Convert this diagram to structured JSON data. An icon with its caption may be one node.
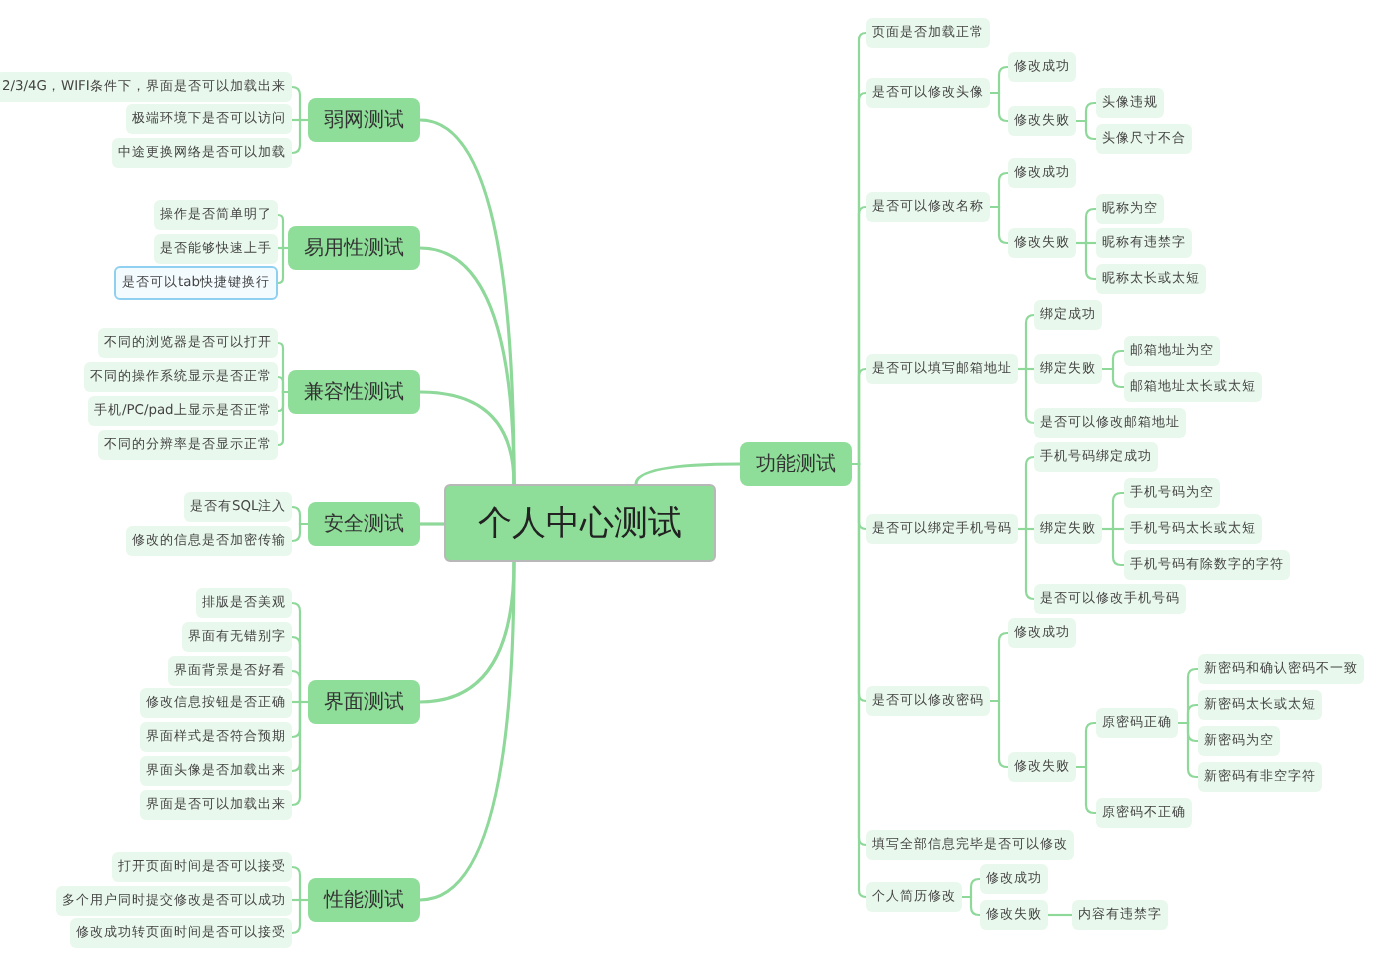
{
  "diagram": {
    "nodes": [
      {
        "text": [
          "个人中心测试"
        ]
      },
      {
        "text": [
          "弱网测试"
        ]
      },
      {
        "text": [
          "2/3/4G，WIFI条件下，界面是否可以加载出来"
        ]
      },
      {
        "text": [
          "极端环境下是否可以访问"
        ]
      },
      {
        "text": [
          "中途更换网络是否可以加载"
        ]
      },
      {
        "text": [
          "易用性测试"
        ]
      },
      {
        "text": [
          "操作是否简单明了"
        ]
      },
      {
        "text": [
          "是否能够快速上手"
        ]
      },
      {
        "text": [
          "是否可以tab快捷键换行"
        ]
      },
      {
        "text": [
          "兼容性测试"
        ]
      },
      {
        "text": [
          "不同的浏览器是否可以打开"
        ]
      },
      {
        "text": [
          "不同的操作系统显示是否正常"
        ]
      },
      {
        "text": [
          "手机/PC/pad上显示是否正常"
        ]
      },
      {
        "text": [
          "不同的分辨率是否显示正常"
        ]
      },
      {
        "text": [
          "安全测试"
        ]
      },
      {
        "text": [
          "是否有SQL注入"
        ]
      },
      {
        "text": [
          "修改的信息是否加密传输"
        ]
      },
      {
        "text": [
          "界面测试"
        ]
      },
      {
        "text": [
          "排版是否美观"
        ]
      },
      {
        "text": [
          "界面有无错别字"
        ]
      },
      {
        "text": [
          "界面背景是否好看"
        ]
      },
      {
        "text": [
          "修改信息按钮是否正确"
        ]
      },
      {
        "text": [
          "界面样式是否符合预期"
        ]
      },
      {
        "text": [
          "界面头像是否加载出来"
        ]
      },
      {
        "text": [
          "界面是否可以加载出来"
        ]
      },
      {
        "text": [
          "性能测试"
        ]
      },
      {
        "text": [
          "打开页面时间是否可以接受"
        ]
      },
      {
        "text": [
          "多个用户同时提交修改是否可以成功"
        ]
      },
      {
        "text": [
          "修改成功转页面时间是否可以接受"
        ]
      },
      {
        "text": [
          "功能测试"
        ]
      },
      {
        "text": [
          "页面是否加载正常"
        ]
      },
      {
        "text": [
          "是否可以修改头像"
        ]
      },
      {
        "text": [
          "修改成功"
        ]
      },
      {
        "text": [
          "修改失败"
        ]
      },
      {
        "text": [
          "头像违规"
        ]
      },
      {
        "text": [
          "头像尺寸不合"
        ]
      },
      {
        "text": [
          "是否可以修改名称"
        ]
      },
      {
        "text": [
          "修改成功"
        ]
      },
      {
        "text": [
          "修改失败"
        ]
      },
      {
        "text": [
          "昵称为空"
        ]
      },
      {
        "text": [
          "昵称有违禁字"
        ]
      },
      {
        "text": [
          "昵称太长或太短"
        ]
      },
      {
        "text": [
          "是否可以填写邮箱地址"
        ]
      },
      {
        "text": [
          "绑定成功"
        ]
      },
      {
        "text": [
          "绑定失败"
        ]
      },
      {
        "text": [
          "邮箱地址为空"
        ]
      },
      {
        "text": [
          "邮箱地址太长或太短"
        ]
      },
      {
        "text": [
          "是否可以修改邮箱地址"
        ]
      },
      {
        "text": [
          "是否可以绑定手机号码"
        ]
      },
      {
        "text": [
          "手机号码绑定成功"
        ]
      },
      {
        "text": [
          "绑定失败"
        ]
      },
      {
        "text": [
          "手机号码为空"
        ]
      },
      {
        "text": [
          "手机号码太长或太短"
        ]
      },
      {
        "text": [
          "手机号码有除数字的字符"
        ]
      },
      {
        "text": [
          "是否可以修改手机号码"
        ]
      },
      {
        "text": [
          "是否可以修改密码"
        ]
      },
      {
        "text": [
          "修改成功"
        ]
      },
      {
        "text": [
          "修改失败"
        ]
      },
      {
        "text": [
          "原密码正确"
        ]
      },
      {
        "text": [
          "新密码和确认密码不一致"
        ]
      },
      {
        "text": [
          "新密码太长或太短"
        ]
      },
      {
        "text": [
          "新密码为空"
        ]
      },
      {
        "text": [
          "新密码有非空字符"
        ]
      },
      {
        "text": [
          "原密码不正确"
        ]
      },
      {
        "text": [
          "填写全部信息完毕是否可以修改"
        ]
      },
      {
        "text": [
          "个人简历修改"
        ]
      },
      {
        "text": [
          "修改成功"
        ]
      },
      {
        "text": [
          "修改失败"
        ]
      },
      {
        "text": [
          "内容有违禁字"
        ]
      }
    ],
    "edges": [
      {
        "from": 0,
        "to": 1,
        "arrow": "none"
      },
      {
        "from": 1,
        "to": 2,
        "arrow": "none"
      },
      {
        "from": 1,
        "to": 3,
        "arrow": "none"
      },
      {
        "from": 1,
        "to": 4,
        "arrow": "none"
      },
      {
        "from": 0,
        "to": 5,
        "arrow": "none"
      },
      {
        "from": 5,
        "to": 6,
        "arrow": "none"
      },
      {
        "from": 5,
        "to": 7,
        "arrow": "none"
      },
      {
        "from": 5,
        "to": 8,
        "arrow": "none"
      },
      {
        "from": 0,
        "to": 9,
        "arrow": "none"
      },
      {
        "from": 9,
        "to": 10,
        "arrow": "none"
      },
      {
        "from": 9,
        "to": 11,
        "arrow": "none"
      },
      {
        "from": 9,
        "to": 12,
        "arrow": "none"
      },
      {
        "from": 9,
        "to": 13,
        "arrow": "none"
      },
      {
        "from": 0,
        "to": 14,
        "arrow": "none"
      },
      {
        "from": 14,
        "to": 15,
        "arrow": "none"
      },
      {
        "from": 14,
        "to": 16,
        "arrow": "none"
      },
      {
        "from": 0,
        "to": 17,
        "arrow": "none"
      },
      {
        "from": 17,
        "to": 18,
        "arrow": "none"
      },
      {
        "from": 17,
        "to": 19,
        "arrow": "none"
      },
      {
        "from": 17,
        "to": 20,
        "arrow": "none"
      },
      {
        "from": 17,
        "to": 21,
        "arrow": "none"
      },
      {
        "from": 17,
        "to": 22,
        "arrow": "none"
      },
      {
        "from": 17,
        "to": 23,
        "arrow": "none"
      },
      {
        "from": 17,
        "to": 24,
        "arrow": "none"
      },
      {
        "from": 0,
        "to": 25,
        "arrow": "none"
      },
      {
        "from": 25,
        "to": 26,
        "arrow": "none"
      },
      {
        "from": 25,
        "to": 27,
        "arrow": "none"
      },
      {
        "from": 25,
        "to": 28,
        "arrow": "none"
      },
      {
        "from": 0,
        "to": 29,
        "arrow": "none"
      },
      {
        "from": 29,
        "to": 30,
        "arrow": "none"
      },
      {
        "from": 29,
        "to": 31,
        "arrow": "none"
      },
      {
        "from": 31,
        "to": 32,
        "arrow": "none"
      },
      {
        "from": 31,
        "to": 33,
        "arrow": "none"
      },
      {
        "from": 33,
        "to": 34,
        "arrow": "none"
      },
      {
        "from": 33,
        "to": 35,
        "arrow": "none"
      },
      {
        "from": 29,
        "to": 36,
        "arrow": "none"
      },
      {
        "from": 36,
        "to": 37,
        "arrow": "none"
      },
      {
        "from": 36,
        "to": 38,
        "arrow": "none"
      },
      {
        "from": 38,
        "to": 39,
        "arrow": "none"
      },
      {
        "from": 38,
        "to": 40,
        "arrow": "none"
      },
      {
        "from": 38,
        "to": 41,
        "arrow": "none"
      },
      {
        "from": 29,
        "to": 42,
        "arrow": "none"
      },
      {
        "from": 42,
        "to": 43,
        "arrow": "none"
      },
      {
        "from": 42,
        "to": 44,
        "arrow": "none"
      },
      {
        "from": 44,
        "to": 45,
        "arrow": "none"
      },
      {
        "from": 44,
        "to": 46,
        "arrow": "none"
      },
      {
        "from": 42,
        "to": 47,
        "arrow": "none"
      },
      {
        "from": 29,
        "to": 48,
        "arrow": "none"
      },
      {
        "from": 48,
        "to": 49,
        "arrow": "none"
      },
      {
        "from": 48,
        "to": 50,
        "arrow": "none"
      },
      {
        "from": 50,
        "to": 51,
        "arrow": "none"
      },
      {
        "from": 50,
        "to": 52,
        "arrow": "none"
      },
      {
        "from": 50,
        "to": 53,
        "arrow": "none"
      },
      {
        "from": 48,
        "to": 54,
        "arrow": "none"
      },
      {
        "from": 29,
        "to": 55,
        "arrow": "none"
      },
      {
        "from": 55,
        "to": 56,
        "arrow": "none"
      },
      {
        "from": 55,
        "to": 57,
        "arrow": "none"
      },
      {
        "from": 57,
        "to": 58,
        "arrow": "none"
      },
      {
        "from": 58,
        "to": 59,
        "arrow": "none"
      },
      {
        "from": 58,
        "to": 60,
        "arrow": "none"
      },
      {
        "from": 58,
        "to": 61,
        "arrow": "none"
      },
      {
        "from": 58,
        "to": 62,
        "arrow": "none"
      },
      {
        "from": 57,
        "to": 63,
        "arrow": "none"
      },
      {
        "from": 29,
        "to": 64,
        "arrow": "none"
      },
      {
        "from": 29,
        "to": 65,
        "arrow": "none"
      },
      {
        "from": 65,
        "to": 66,
        "arrow": "none"
      },
      {
        "from": 65,
        "to": 67,
        "arrow": "none"
      },
      {
        "from": 67,
        "to": 68,
        "arrow": "none"
      }
    ]
  }
}
